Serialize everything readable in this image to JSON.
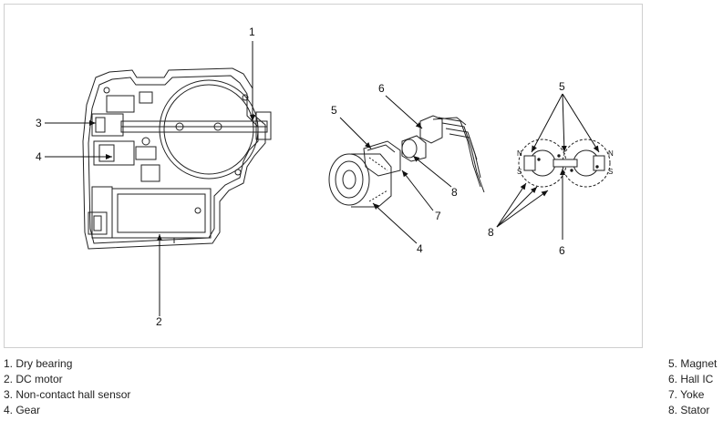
{
  "figure": {
    "callouts": {
      "left": {
        "c1": "1",
        "c2": "2",
        "c3": "3",
        "c4": "4"
      },
      "middle": {
        "c5": "5",
        "c6": "6",
        "c7": "7",
        "c8": "8",
        "c4": "4"
      },
      "right": {
        "c5": "5",
        "c6": "6",
        "c8": "8"
      }
    },
    "poles": {
      "n_left": "N",
      "s_left": "S",
      "n_right": "N",
      "s_right": "S"
    }
  },
  "legend": {
    "left": [
      "1. Dry bearing",
      "2. DC motor",
      "3. Non-contact hall sensor",
      "4. Gear"
    ],
    "right": [
      "5. Magnet",
      "6. Hall IC",
      "7. Yoke",
      "8. Stator"
    ]
  }
}
